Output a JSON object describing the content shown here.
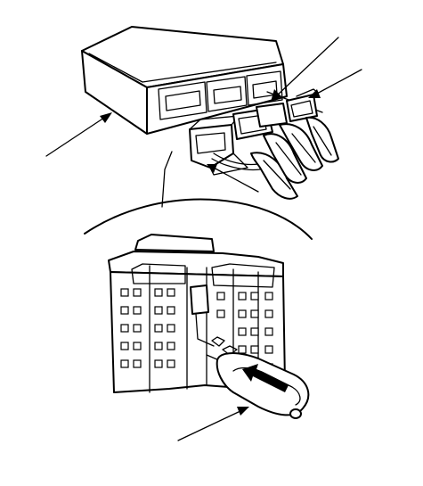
{
  "figure": {
    "description_visible_text": "",
    "colors": {
      "line": "#000000",
      "background": "#ffffff"
    },
    "callouts": [
      {
        "name": "control-unit-callout"
      },
      {
        "name": "connector-a-callout"
      },
      {
        "name": "connector-b-callout"
      },
      {
        "name": "connector-c-callout"
      },
      {
        "name": "release-tool-callout"
      }
    ]
  }
}
